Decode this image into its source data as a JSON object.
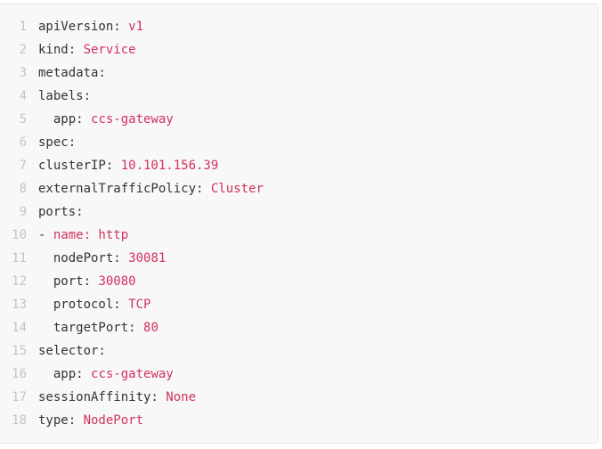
{
  "code_block": {
    "colors": {
      "page_background": "#ffffff",
      "block_background": "#f8f8f8",
      "block_border": "#e6e6e6",
      "line_number": "#c4c4c4",
      "key_text": "#333333",
      "value_text": "#d1325e"
    },
    "lines": [
      {
        "num": "1",
        "segments": [
          {
            "text": "apiVersion: ",
            "type": "key"
          },
          {
            "text": "v1",
            "type": "value"
          }
        ]
      },
      {
        "num": "2",
        "segments": [
          {
            "text": "kind: ",
            "type": "key"
          },
          {
            "text": "Service",
            "type": "value"
          }
        ]
      },
      {
        "num": "3",
        "segments": [
          {
            "text": "metadata:",
            "type": "key"
          }
        ]
      },
      {
        "num": "4",
        "segments": [
          {
            "text": "labels:",
            "type": "key"
          }
        ]
      },
      {
        "num": "5",
        "segments": [
          {
            "text": "  app: ",
            "type": "key"
          },
          {
            "text": "ccs-gateway",
            "type": "value"
          }
        ]
      },
      {
        "num": "6",
        "segments": [
          {
            "text": "spec:",
            "type": "key"
          }
        ]
      },
      {
        "num": "7",
        "segments": [
          {
            "text": "clusterIP: ",
            "type": "key"
          },
          {
            "text": "10.101.156.39",
            "type": "value"
          }
        ]
      },
      {
        "num": "8",
        "segments": [
          {
            "text": "externalTrafficPolicy: ",
            "type": "key"
          },
          {
            "text": "Cluster",
            "type": "value"
          }
        ]
      },
      {
        "num": "9",
        "segments": [
          {
            "text": "ports:",
            "type": "key"
          }
        ]
      },
      {
        "num": "10",
        "segments": [
          {
            "text": "- ",
            "type": "key"
          },
          {
            "text": "name: http",
            "type": "value"
          }
        ]
      },
      {
        "num": "11",
        "segments": [
          {
            "text": "  nodePort: ",
            "type": "key"
          },
          {
            "text": "30081",
            "type": "value"
          }
        ]
      },
      {
        "num": "12",
        "segments": [
          {
            "text": "  port: ",
            "type": "key"
          },
          {
            "text": "30080",
            "type": "value"
          }
        ]
      },
      {
        "num": "13",
        "segments": [
          {
            "text": "  protocol: ",
            "type": "key"
          },
          {
            "text": "TCP",
            "type": "value"
          }
        ]
      },
      {
        "num": "14",
        "segments": [
          {
            "text": "  targetPort: ",
            "type": "key"
          },
          {
            "text": "80",
            "type": "value"
          }
        ]
      },
      {
        "num": "15",
        "segments": [
          {
            "text": "selector:",
            "type": "key"
          }
        ]
      },
      {
        "num": "16",
        "segments": [
          {
            "text": "  app: ",
            "type": "key"
          },
          {
            "text": "ccs-gateway",
            "type": "value"
          }
        ]
      },
      {
        "num": "17",
        "segments": [
          {
            "text": "sessionAffinity: ",
            "type": "key"
          },
          {
            "text": "None",
            "type": "value"
          }
        ]
      },
      {
        "num": "18",
        "segments": [
          {
            "text": "type: ",
            "type": "key"
          },
          {
            "text": "NodePort",
            "type": "value"
          }
        ]
      }
    ]
  }
}
